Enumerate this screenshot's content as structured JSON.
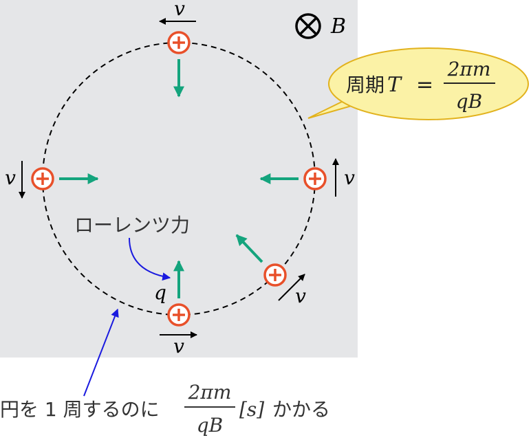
{
  "field": {
    "label": "B"
  },
  "velocity_label": "v",
  "charge_label": "q",
  "force_label": "ローレンツ力",
  "period_box": {
    "prefix": "周期",
    "symbol": "T",
    "equals": "=",
    "numerator": "2πm",
    "denominator": "qB"
  },
  "bottom_caption": {
    "before": "円を 1 周するのに",
    "numerator": "2πm",
    "denominator": "qB",
    "unit": "[s]",
    "after": "かかる"
  },
  "colors": {
    "region": "#e5e6e8",
    "charge_stroke": "#e8502a",
    "force_arrow": "#14a47d",
    "callout_fill": "#fbf2a6",
    "callout_stroke": "#e2b21d",
    "pointer_arrow": "#1a1adf"
  }
}
